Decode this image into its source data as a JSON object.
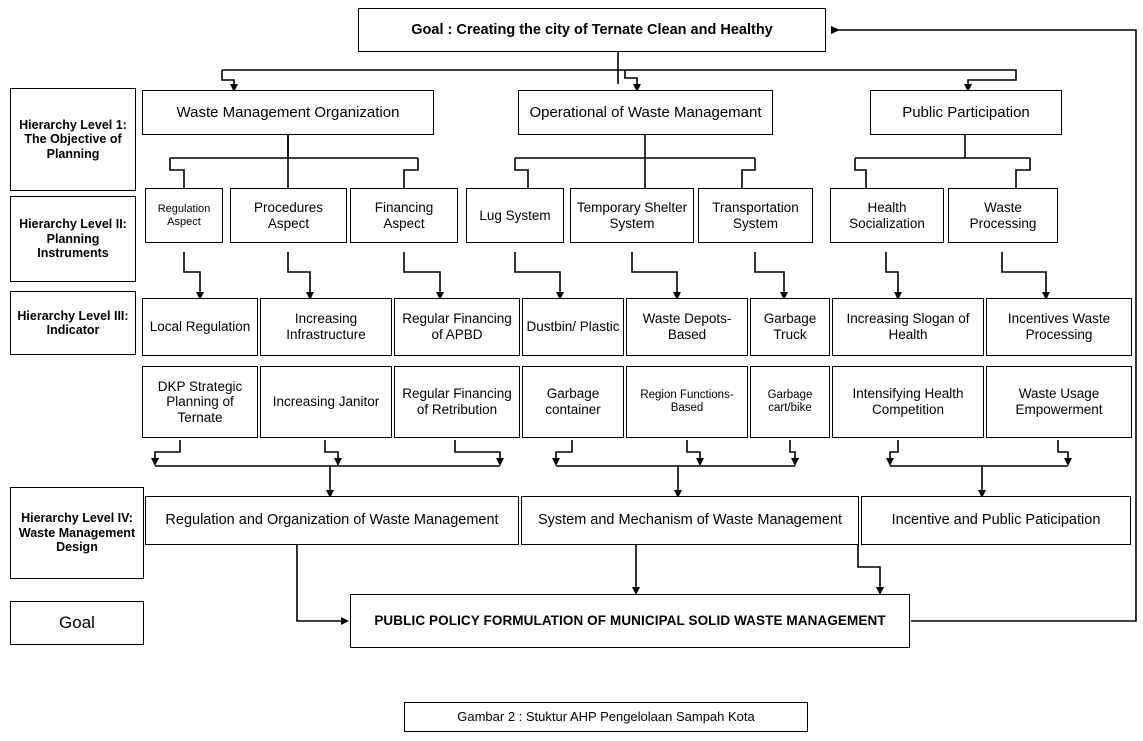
{
  "diagram": {
    "caption": "Gambar 2 : Stuktur AHP Pengelolaan Sampah Kota",
    "goal": "Goal : Creating the city of Ternate Clean and Healthy",
    "final_output": "PUBLIC POLICY FORMULATION OF MUNICIPAL SOLID WASTE MANAGEMENT",
    "levels": [
      {
        "id": "level-1",
        "label": "Hierarchy Level 1: The Objective of Planning"
      },
      {
        "id": "level-2",
        "label": "Hierarchy Level II: Planning Instruments"
      },
      {
        "id": "level-3",
        "label": "Hierarchy Level III: Indicator"
      },
      {
        "id": "level-4",
        "label": "Hierarchy Level IV: Waste Management Design"
      },
      {
        "id": "goal-row",
        "label": "Goal"
      }
    ],
    "level1": [
      {
        "id": "waste-management-organization",
        "text": "Waste Management Organization"
      },
      {
        "id": "operational-of-waste-management",
        "text": "Operational of Waste Managemant"
      },
      {
        "id": "public-participation",
        "text": "Public Participation"
      }
    ],
    "level2": [
      {
        "id": "regulation-aspect",
        "text": "Regulation Aspect"
      },
      {
        "id": "procedures-aspect",
        "text": "Procedures Aspect"
      },
      {
        "id": "financing-aspect",
        "text": "Financing Aspect"
      },
      {
        "id": "lug-system",
        "text": "Lug System"
      },
      {
        "id": "temporary-shelter-system",
        "text": "Temporary Shelter System"
      },
      {
        "id": "transportation-system",
        "text": "Transportation System"
      },
      {
        "id": "health-socialization",
        "text": "Health Socialization"
      },
      {
        "id": "waste-processing",
        "text": "Waste Processing"
      }
    ],
    "level3_row1": [
      {
        "id": "local-regulation",
        "text": "Local Regulation"
      },
      {
        "id": "increasing-infrastructure",
        "text": "Increasing Infrastructure"
      },
      {
        "id": "regular-financing-of-apbd",
        "text": "Regular Financing of APBD"
      },
      {
        "id": "dustbin-plastic",
        "text": "Dustbin/ Plastic"
      },
      {
        "id": "waste-depots-based",
        "text": "Waste Depots-Based"
      },
      {
        "id": "garbage-truck",
        "text": "Garbage Truck"
      },
      {
        "id": "increasing-slogan-of-health",
        "text": "Increasing Slogan of Health"
      },
      {
        "id": "incentives-waste-processing",
        "text": "Incentives Waste Processing"
      }
    ],
    "level3_row2": [
      {
        "id": "dkp-strategic-planning-of-ternate",
        "text": "DKP Strategic Planning of Ternate"
      },
      {
        "id": "increasing-janitor",
        "text": "Increasing Janitor"
      },
      {
        "id": "regular-financing-of-retribution",
        "text": "Regular Financing of Retribution"
      },
      {
        "id": "garbage-container",
        "text": "Garbage container"
      },
      {
        "id": "region-functions-based",
        "text": "Region Functions-Based"
      },
      {
        "id": "garbage-cart-bike",
        "text": "Garbage cart/bike"
      },
      {
        "id": "intensifying-health-competition",
        "text": "Intensifying Health Competition"
      },
      {
        "id": "waste-usage-empowerment",
        "text": "Waste Usage Empowerment"
      }
    ],
    "level4": [
      {
        "id": "regulation-and-organization-of-waste-management",
        "text": "Regulation and Organization of Waste Management"
      },
      {
        "id": "system-and-mechanism-of-waste-management",
        "text": "System and Mechanism of Waste Management"
      },
      {
        "id": "incentive-and-public-paticipation",
        "text": "Incentive and Public Paticipation"
      }
    ],
    "colors": {
      "line": "#000000",
      "box_border": "#000000",
      "background": "#ffffff"
    }
  }
}
